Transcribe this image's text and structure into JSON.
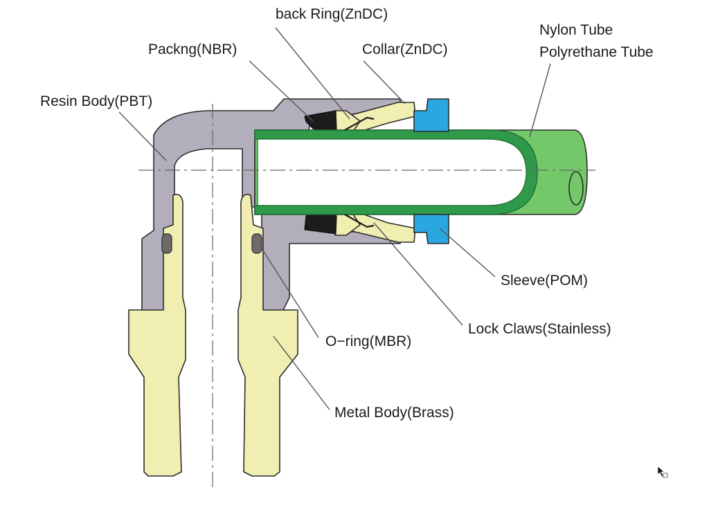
{
  "labels": {
    "back_ring": "back Ring(ZnDC)",
    "packing": "Packng(NBR)",
    "collar": "Collar(ZnDC)",
    "nylon_tube": "Nylon Tube",
    "polyurethane_tube": "Polyrethane Tube",
    "resin_body": "Resin Body(PBT)",
    "sleeve": "Sleeve(POM)",
    "lock_claws": "Lock Claws(Stainless)",
    "o_ring": "O−ring(MBR)",
    "metal_body": "Metal Body(Brass)"
  },
  "colors": {
    "resin_body": "#b3aebb",
    "metal_body": "#f0eeb0",
    "tube": "#2f9a4a",
    "tube_outer": "#74c86a",
    "sleeve": "#2aa7e0",
    "packing": "#1c1c1c",
    "o_ring": "#6e6a6a",
    "outline": "#2b2b2b"
  }
}
